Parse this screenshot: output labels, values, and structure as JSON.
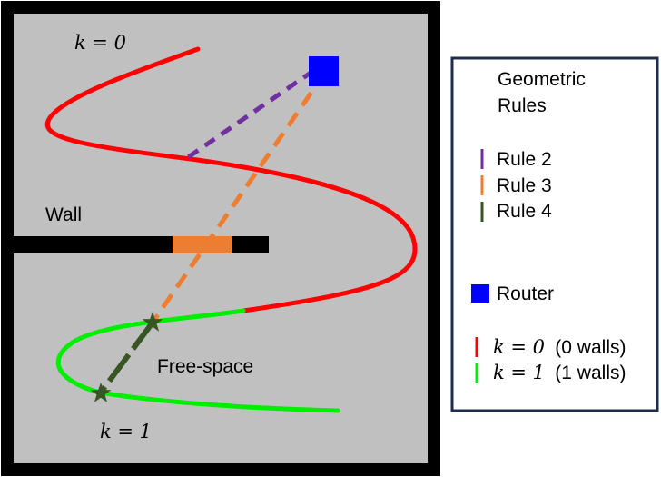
{
  "diagram": {
    "labels": {
      "k0": "k = 0",
      "k1": "k = 1",
      "wall": "Wall",
      "free_space": "Free-space"
    },
    "legend": {
      "title_line1": "Geometric",
      "title_line2": "Rules",
      "rules": [
        {
          "label": "Rule 2",
          "color": "#7030a0"
        },
        {
          "label": "Rule 3",
          "color": "#ed7d31"
        },
        {
          "label": "Rule 4",
          "color": "#375623"
        }
      ],
      "router": {
        "label": "Router",
        "color": "#0000ff"
      },
      "paths": [
        {
          "label_math": "k = 0",
          "label_suffix": "(0 walls)",
          "color": "#ff0000"
        },
        {
          "label_math": "k = 1",
          "label_suffix": "(1 walls)",
          "color": "#00ee00"
        }
      ]
    },
    "colors": {
      "room_fill": "#c0c0c0",
      "wall": "#000000",
      "wall_crossing": "#ed7d31",
      "legend_border": "#1f2d4d"
    }
  }
}
